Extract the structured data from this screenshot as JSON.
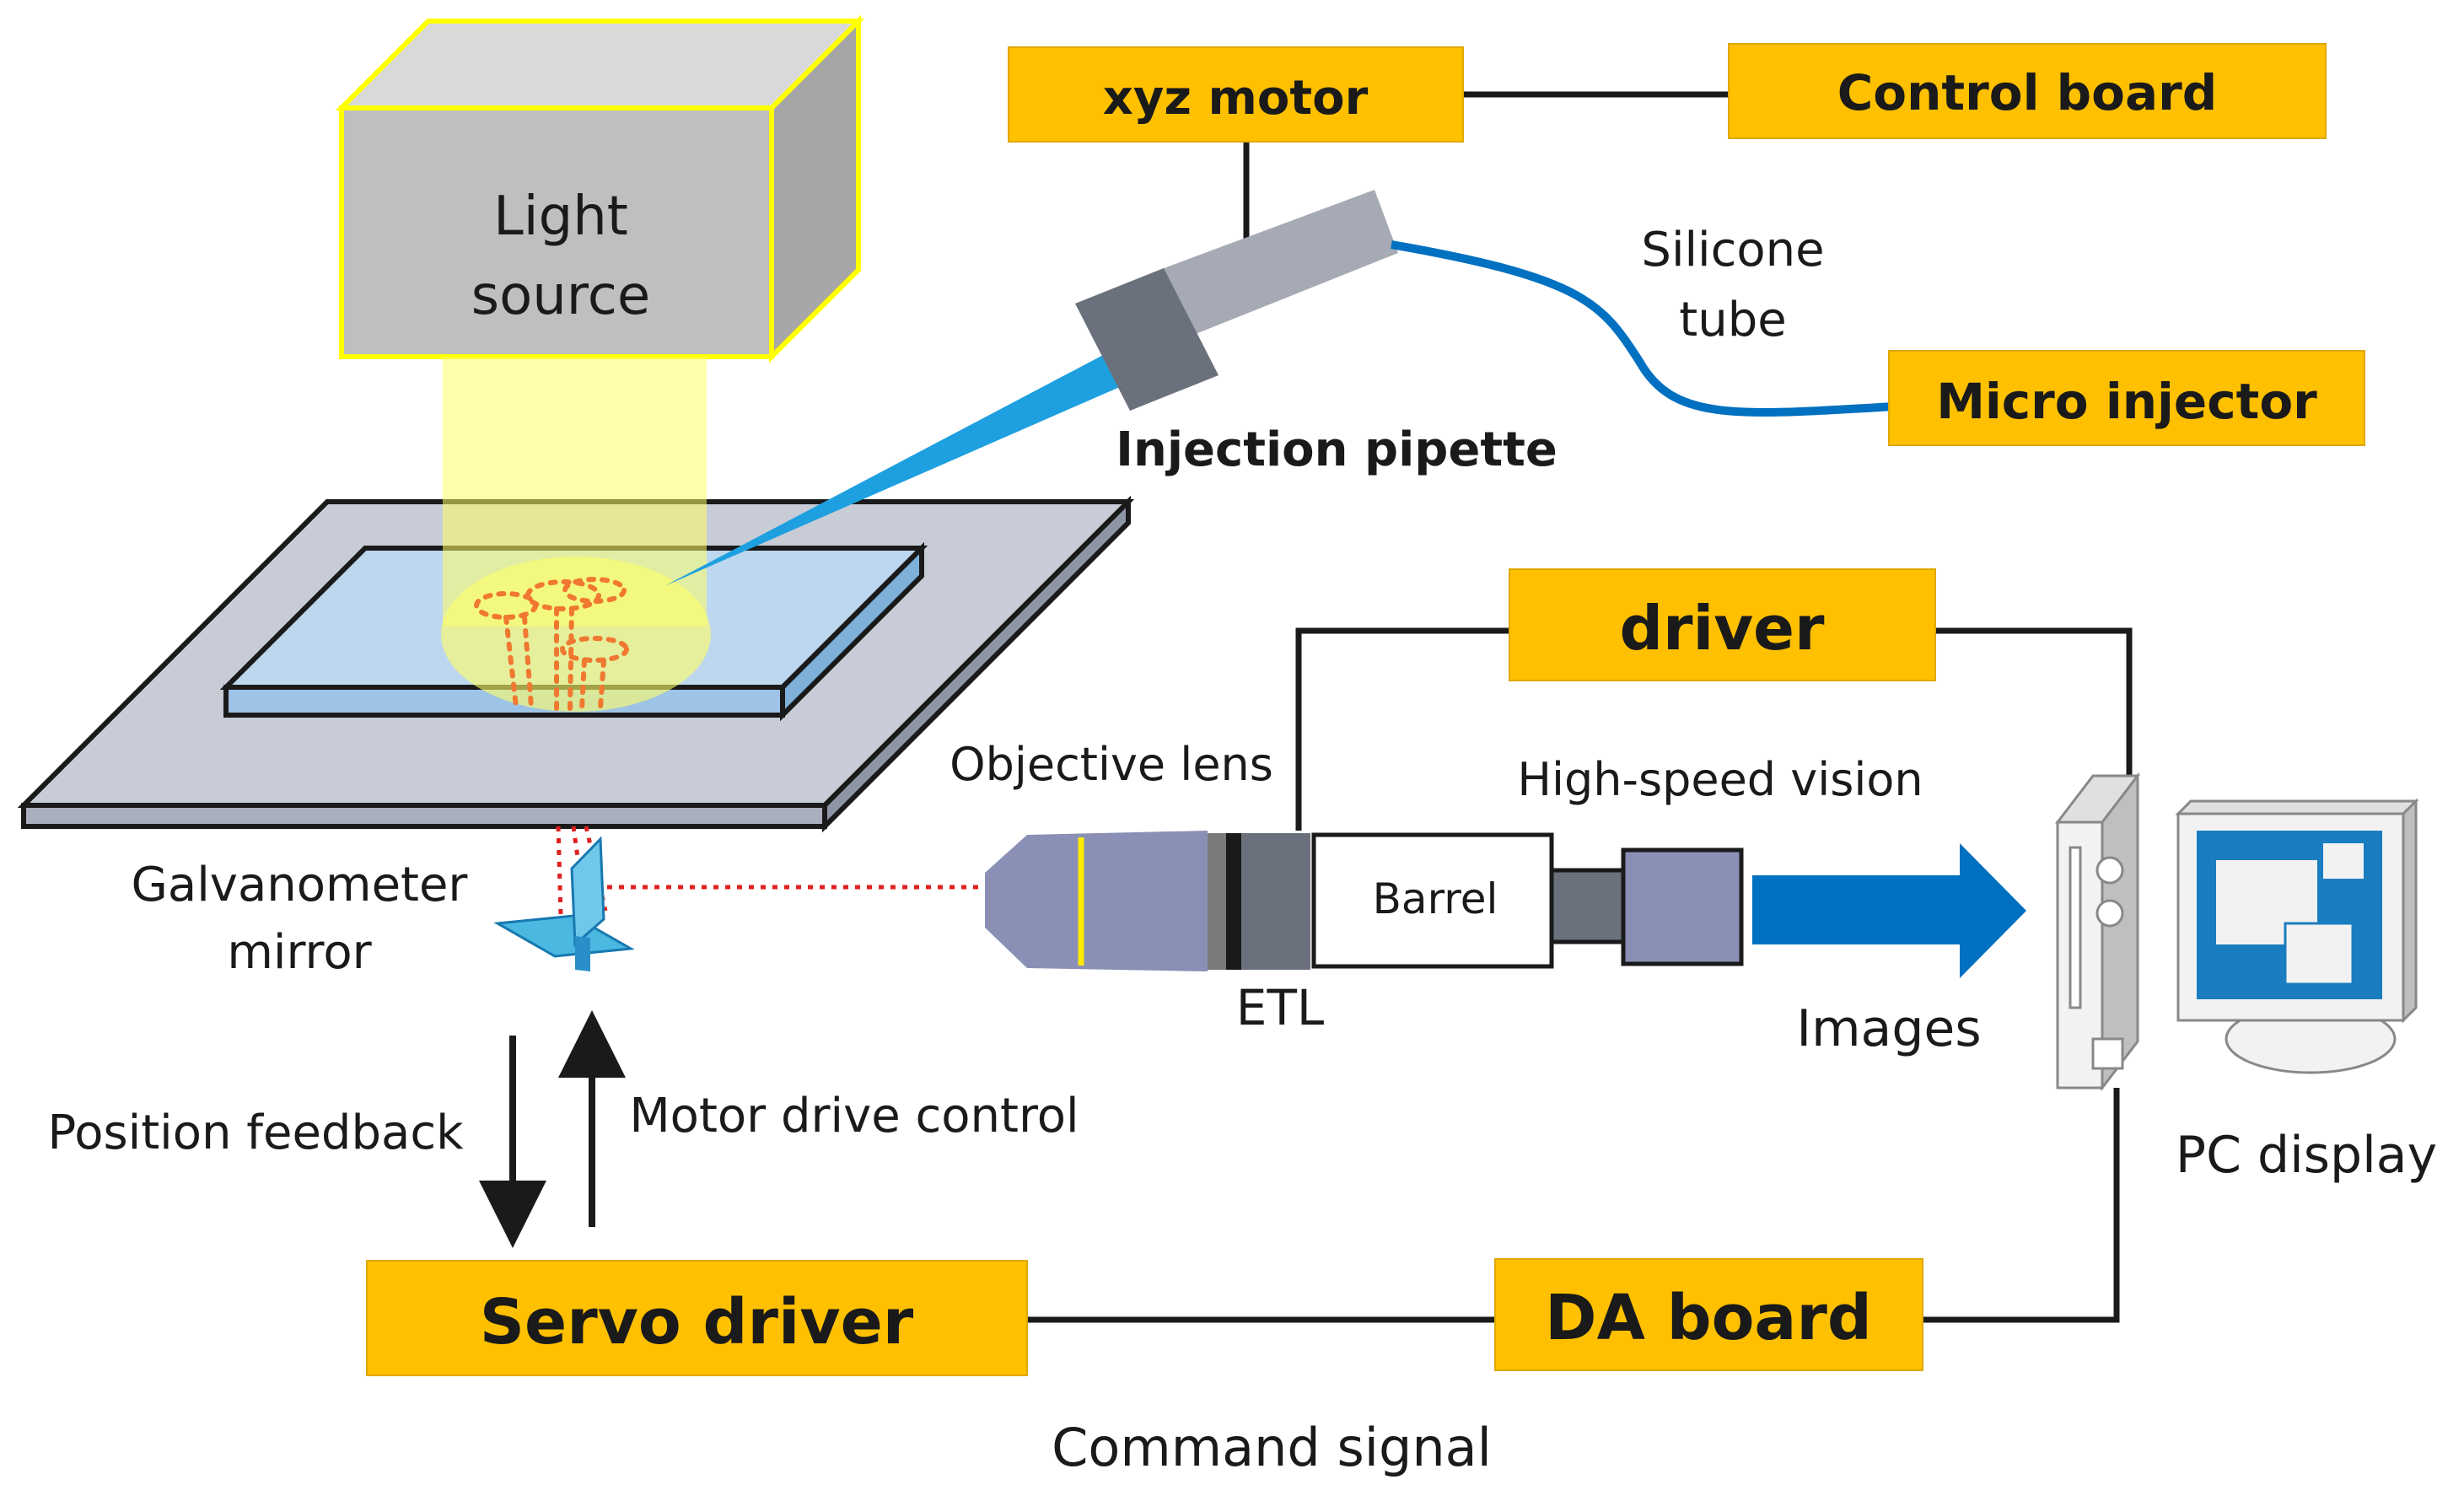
{
  "colors": {
    "box_fill": "#FFC000",
    "box_stroke": "#E0A800",
    "wire": "#1a1a1a",
    "tube": "#0070C0",
    "pipette_tip": "#1EA0E0",
    "light_beam": "#FFFF66",
    "laser_dots": "#E02020",
    "lens_body": "#8A8FB5",
    "arrow_blue": "#0070C0",
    "stage_gray": "#C8CCD6",
    "slide_blue": "#BDD7EE",
    "source_frame": "#FFFF00",
    "monitor_screen": "#1A7DC0"
  },
  "boxes": {
    "xyz_motor": "xyz motor",
    "control_board": "Control board",
    "micro_injector": "Micro injector",
    "driver": "driver",
    "servo_driver": "Servo driver",
    "da_board": "DA board"
  },
  "light_source": {
    "line1": "Light",
    "line2": "source"
  },
  "labels": {
    "silicone_line1": "Silicone",
    "silicone_line2": "tube",
    "injection_pipette": "Injection pipette",
    "objective_lens": "Objective lens",
    "high_speed_vision": "High-speed vision",
    "barrel": "Barrel",
    "etl": "ETL",
    "images": "Images",
    "galvo_line1": "Galvanometer",
    "galvo_line2": "mirror",
    "position_feedback": "Position feedback",
    "motor_drive_control": "Motor drive control",
    "pc_display": "PC display",
    "command_signal": "Command signal"
  },
  "icons": [
    "light-source-box",
    "injection-pipette",
    "microscope-stage",
    "galvanometer-mirror",
    "objective-lens",
    "high-speed-camera",
    "images-arrow",
    "pc-computer"
  ]
}
